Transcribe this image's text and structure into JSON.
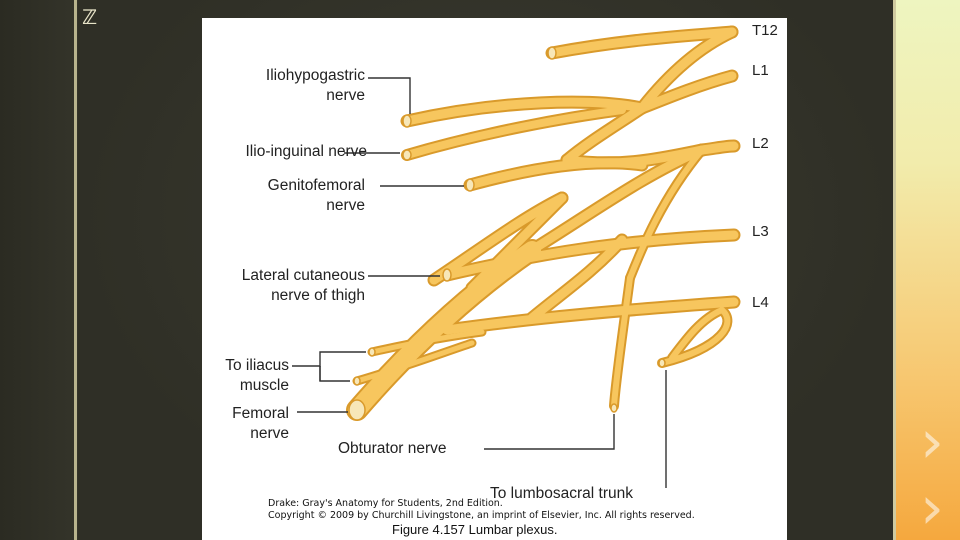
{
  "figure": {
    "labels": {
      "iliohypogastric": [
        "Iliohypogastric",
        "nerve"
      ],
      "ilioinguinal": "Ilio-inguinal nerve",
      "genitofemoral": [
        "Genitofemoral",
        "nerve"
      ],
      "lateral_cutaneous": [
        "Lateral cutaneous",
        "nerve of thigh"
      ],
      "iliacus": [
        "To iliacus",
        "muscle"
      ],
      "femoral": [
        "Femoral",
        "nerve"
      ],
      "obturator": "Obturator nerve",
      "lumbosacral": "To lumbosacral trunk"
    },
    "levels": [
      "T12",
      "L1",
      "L2",
      "L3",
      "L4"
    ],
    "credit": [
      "Drake: Gray's Anatomy for Students, 2nd Edition.",
      "Copyright © 2009 by Churchill Livingstone, an imprint of Elsevier, Inc. All rights reserved."
    ],
    "caption": "Figure 4.157 Lumbar plexus."
  },
  "colors": {
    "nerve_fill": "#f7c65e",
    "nerve_outline": "#d99a2b",
    "leader_line": "#333333"
  }
}
